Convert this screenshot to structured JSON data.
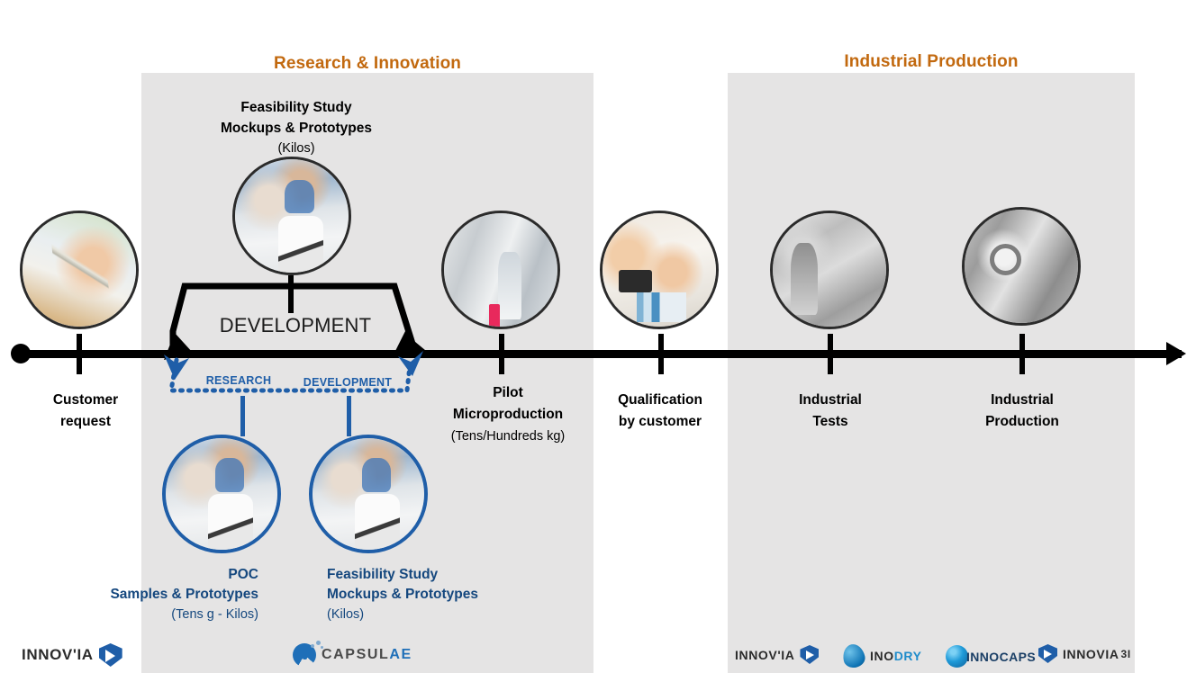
{
  "phases": [
    {
      "id": "research",
      "title": "Research & Innovation",
      "color": "#c2690f"
    },
    {
      "id": "industrial",
      "title": "Industrial Production",
      "color": "#c2690f"
    }
  ],
  "development_bracket": {
    "label": "DEVELOPMENT"
  },
  "milestones": [
    {
      "key": "customer-request",
      "label_line1": "Customer",
      "label_line2": "request",
      "sub": "",
      "photo": "hand-writing-on-notebook"
    },
    {
      "key": "feasibility-study-top",
      "label_line1": "Pilot",
      "label_line2": "Microproduction",
      "sub": "(Tens/Hundreds kg)",
      "photo": "pilot-plant-operator"
    },
    {
      "key": "qualification",
      "label_line1": "Qualification",
      "label_line2": "by customer",
      "sub": "",
      "photo": "desk-calculator-charts"
    },
    {
      "key": "industrial-tests",
      "label_line1": "Industrial",
      "label_line2": "Tests",
      "sub": "",
      "photo": "industrial-cleanroom-grayscale"
    },
    {
      "key": "industrial-production",
      "label_line1": "Industrial",
      "label_line2": "Production",
      "sub": "",
      "photo": "stainless-vessel-grayscale"
    }
  ],
  "top_headline": {
    "line1": "Feasibility Study",
    "line2": "Mockups & Prototypes",
    "sub": "(Kilos)",
    "photo": "lab-scientists-microscope"
  },
  "blue_track": {
    "research_label": "RESEARCH",
    "development_label": "DEVELOPMENT",
    "items": [
      {
        "key": "poc",
        "line1": "POC",
        "line2": "Samples & Prototypes",
        "sub": "(Tens g - Kilos)",
        "align": "right",
        "photo": "researcher-at-microscope-screen"
      },
      {
        "key": "feasibility-study",
        "line1": "Feasibility Study",
        "line2": "Mockups & Prototypes",
        "sub": "(Kilos)",
        "align": "left",
        "photo": "scientist-with-microscope"
      }
    ],
    "accent_color": "#1f5ea8"
  },
  "logos": {
    "left": [
      {
        "key": "innovia-left",
        "text": "INNOV'IA",
        "mark": "shield-icon"
      },
      {
        "key": "capsulae",
        "text_main": "CAPSUL",
        "text_accent": "AE",
        "mark": "capsulae-icon"
      }
    ],
    "right": [
      {
        "key": "innovia-right",
        "text": "INNOV'IA",
        "mark": "shield-icon"
      },
      {
        "key": "inodry",
        "text_main": "INO",
        "text_accent": "DRY",
        "mark": "droplet-icon"
      },
      {
        "key": "innocaps",
        "text": "INNOCAPS",
        "mark": "sphere-icon"
      },
      {
        "key": "innovia31",
        "text": "INNOVIA",
        "text_suffix": "3I",
        "mark": "shield-icon"
      }
    ]
  }
}
